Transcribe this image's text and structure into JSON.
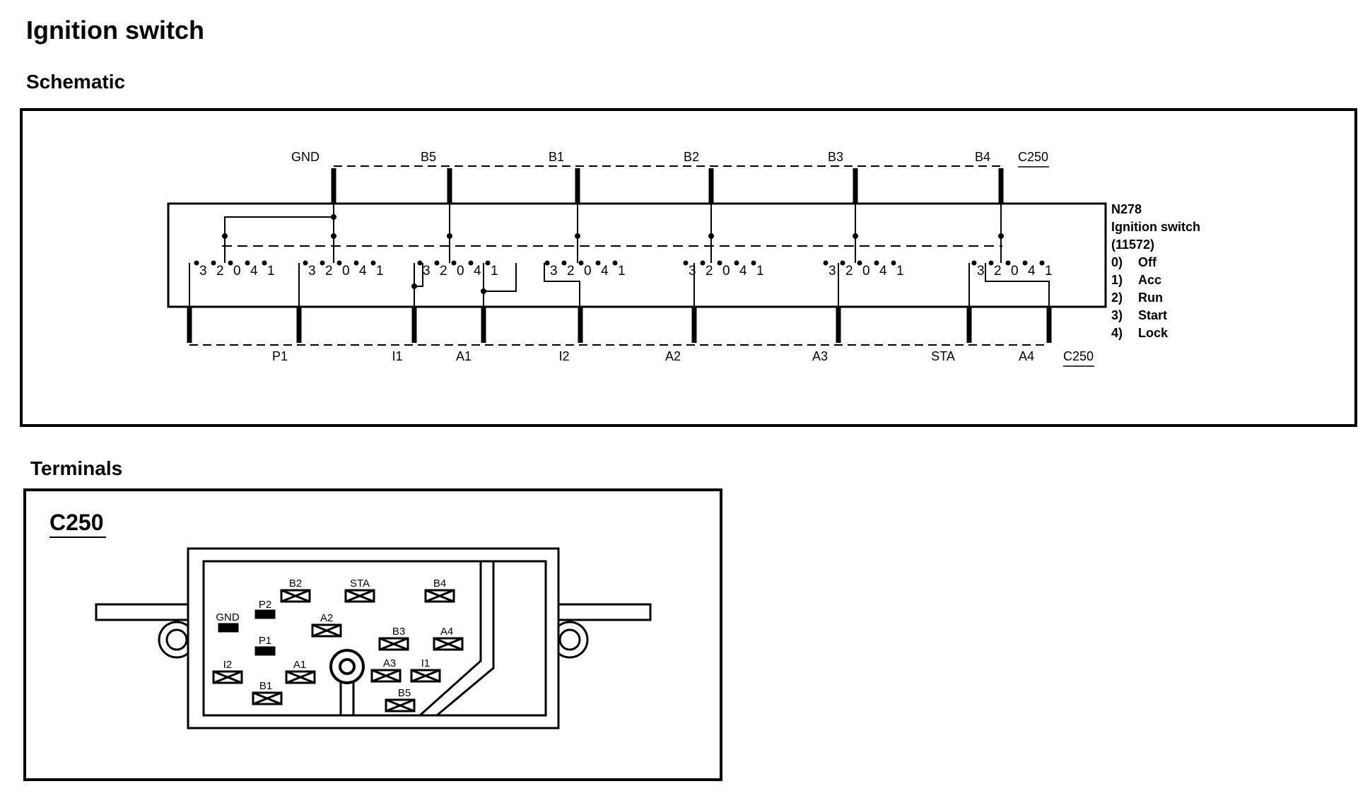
{
  "page": {
    "title": "Ignition switch",
    "section_schematic": "Schematic",
    "section_terminals": "Terminals"
  },
  "schematic": {
    "top_pins": [
      "GND",
      "B5",
      "B1",
      "B2",
      "B3",
      "B4"
    ],
    "bottom_pins": [
      "P1",
      "I1",
      "A1",
      "I2",
      "A2",
      "A3",
      "STA",
      "A4"
    ],
    "connector_ref_top": "C250",
    "connector_ref_bottom": "C250",
    "switch_positions": [
      "3",
      "2",
      "0",
      "4",
      "1"
    ],
    "component": {
      "id": "N278",
      "name": "Ignition switch",
      "code": "(11572)",
      "legend": [
        {
          "key": "0)",
          "label": "Off"
        },
        {
          "key": "1)",
          "label": "Acc"
        },
        {
          "key": "2)",
          "label": "Run"
        },
        {
          "key": "3)",
          "label": "Start"
        },
        {
          "key": "4)",
          "label": "Lock"
        }
      ]
    }
  },
  "terminals": {
    "connector_title": "C250",
    "pins": [
      "B2",
      "STA",
      "B4",
      "GND",
      "P2",
      "A2",
      "B3",
      "A4",
      "P1",
      "I2",
      "A1",
      "A3",
      "I1",
      "B1",
      "B5"
    ]
  }
}
